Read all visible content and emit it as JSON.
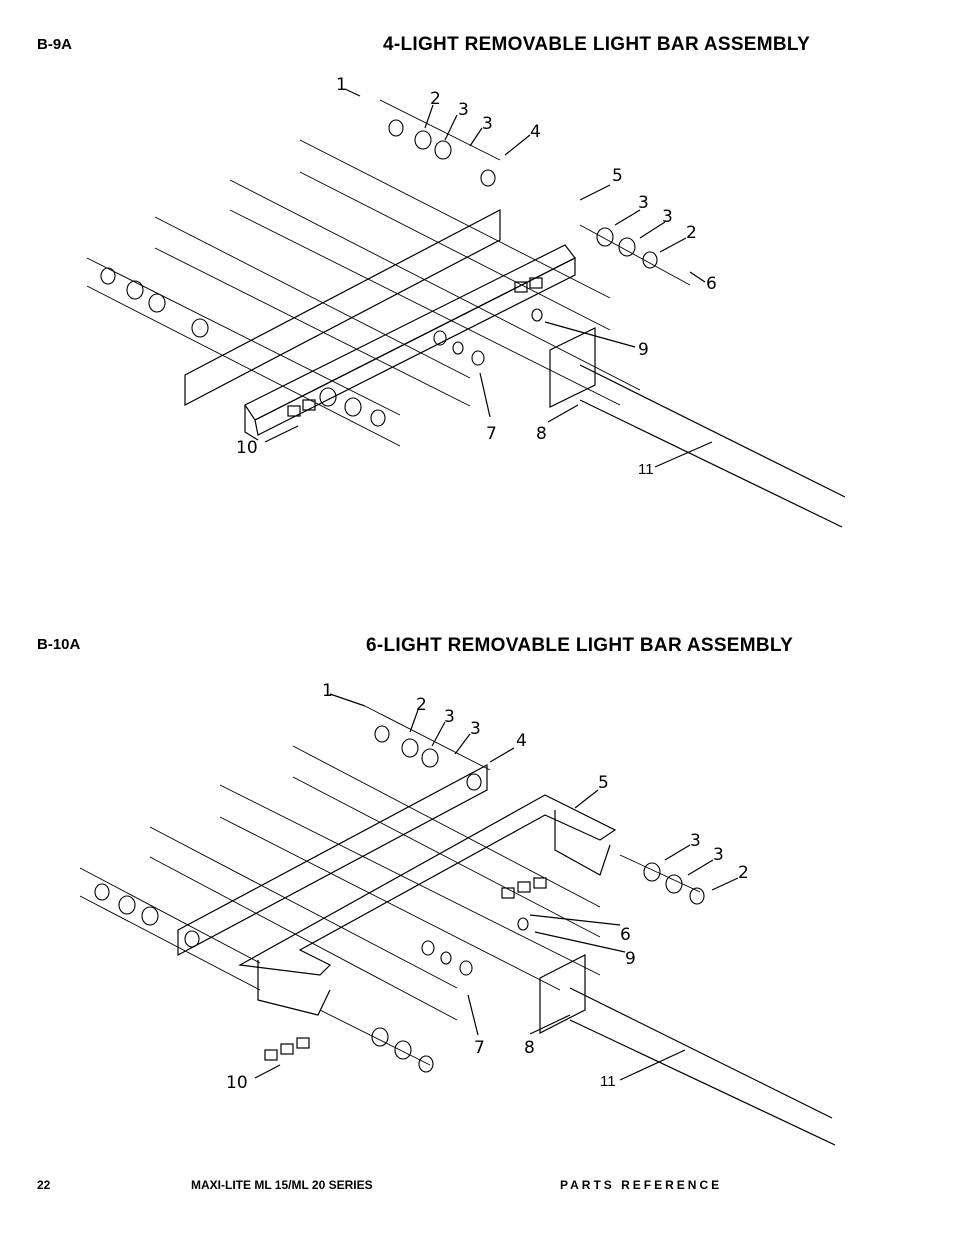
{
  "sections": [
    {
      "ref": "B-9A",
      "title": "4-LIGHT REMOVABLE LIGHT BAR ASSEMBLY",
      "callouts": [
        "1",
        "2",
        "3",
        "3",
        "4",
        "5",
        "3",
        "3",
        "2",
        "6",
        "9",
        "7",
        "8",
        "10",
        "11"
      ]
    },
    {
      "ref": "B-10A",
      "title": "6-LIGHT REMOVABLE LIGHT BAR ASSEMBLY",
      "callouts": [
        "1",
        "2",
        "3",
        "3",
        "4",
        "5",
        "3",
        "3",
        "2",
        "6",
        "9",
        "7",
        "8",
        "10",
        "11"
      ]
    }
  ],
  "footer": {
    "page_number": "22",
    "series": "MAXI-LITE ML 15/ML 20 SERIES",
    "section": "PARTS REFERENCE"
  }
}
